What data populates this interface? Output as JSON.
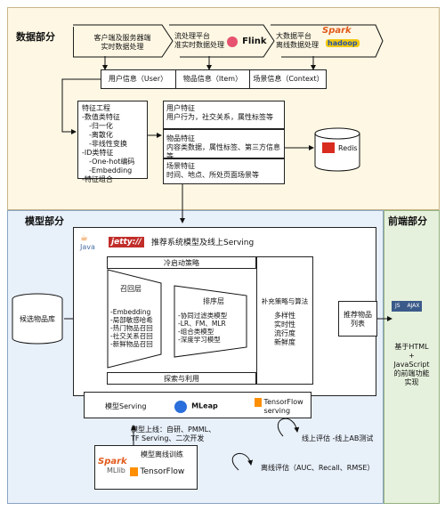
{
  "sections": {
    "data": "数据部分",
    "model": "模型部分",
    "frontend": "前端部分"
  },
  "data_part": {
    "client": [
      "客户端及服务器端",
      "实时数据处理"
    ],
    "stream": [
      "流处理平台",
      "准实时数据处理"
    ],
    "flink": "Flink",
    "bigdata": [
      "大数据平台",
      "离线数据处理"
    ],
    "spark": "Spark",
    "hadoop": "hadoop",
    "info": [
      "用户信息（User）",
      "物品信息（Item）",
      "场景信息（Context）"
    ],
    "feature_eng": [
      "特征工程",
      "-数值类特征",
      "-归一化",
      "-离散化",
      "-非线性变换",
      "-ID类特征",
      "-One-hot编码",
      "-Embedding",
      "-特征组合"
    ],
    "user_feat": [
      "用户特征",
      "用户行为，社交关系，属性标签等"
    ],
    "item_feat": [
      "物品特征",
      "内容类数据，属性标签、第三方信息等"
    ],
    "scene_feat": [
      "场景特征",
      "时间、地点、所处页面场景等"
    ],
    "redis": "Redis"
  },
  "model_part": {
    "candidates": "候选物品库",
    "java": "Java",
    "jetty": "jetty://",
    "serving_title": "推荐系统模型及线上Serving",
    "cold_start": "冷启动策略",
    "recall_title": "召回层",
    "recall_items": [
      "-Embedding",
      "-局部敏感哈希",
      "-热门物品召回",
      "-社交关系召回",
      "-新鲜物品召回"
    ],
    "rank_title": "排序层",
    "rank_items": [
      "-协同过滤类模型",
      "-LR、FM、MLR",
      "-组合类模型",
      "-深度学习模型"
    ],
    "supp_title": "补充策略与算法",
    "supp_items": [
      "多样性",
      "实时性",
      "流行度",
      "新鲜度"
    ],
    "rec_list": [
      "推荐物品",
      "列表"
    ],
    "explore": "探索与利用",
    "model_serving": "模型Serving",
    "mleap": "MLeap",
    "tf_serving": [
      "TensorFlow",
      "serving"
    ],
    "online": [
      "模型上线：自研、PMML、",
      "TF Serving、二次开发"
    ],
    "online_eval": "线上评估 -线上AB测试",
    "offline_train_title": "模型离线训练",
    "spark": "Spark",
    "mllib": "MLlib",
    "tensorflow": "TensorFlow",
    "offline_eval": "离线评估（AUC、Recall、RMSE）"
  },
  "frontend_part": {
    "js": "JS",
    "ajax": "AJAX",
    "desc": [
      "基于HTML",
      "+",
      "JavaScript",
      "的前端功能",
      "实现"
    ]
  }
}
